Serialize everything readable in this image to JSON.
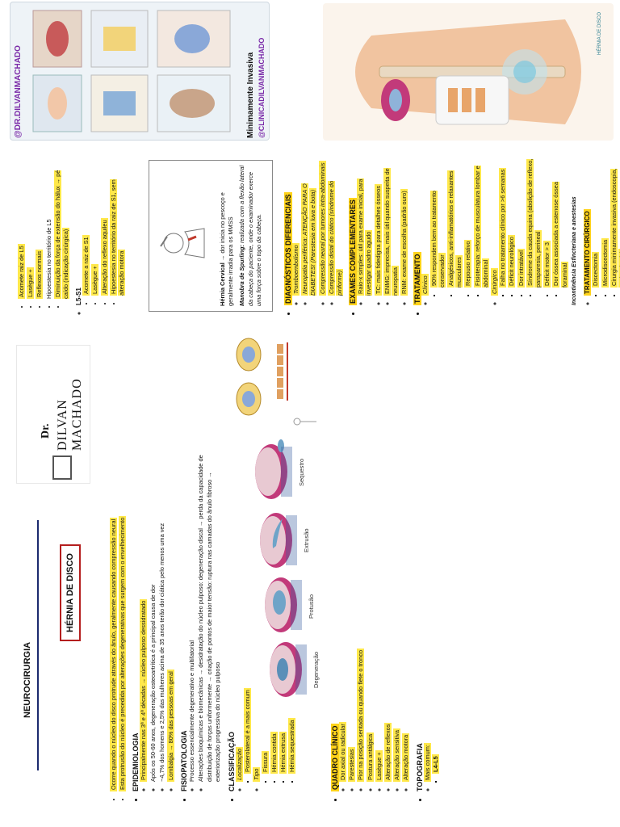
{
  "header": {
    "specialty": "NEUROCIRURGIA",
    "title": "HÉRNIA DE DISCO",
    "logo_prefix": "Dr.",
    "logo_name": "DILVAN MACHADO"
  },
  "intro": [
    "Ocorre quando o núcleo do disco protrude através do ânulo, geralmente causando compressão neural",
    "Esta protrusão do núcleo é precedida por alterações degenerativas que surgem com o envelhecimento"
  ],
  "epidemiologia": {
    "heading": "EPIDEMIOLOGIA",
    "items": [
      "Principalmente nas 3ª e 4ª décadas → núcleo pulposo dessidratado",
      "Após os 50-60 anos, degeneração osteoartrítica é a principal causa de dor",
      "~4,7% dos homens e 2,5% das mulheres acima de 35 anos terão dor ciática pelo menos uma vez",
      "Lombalgia → 80% das pessoas em geral"
    ]
  },
  "fisiopatologia": {
    "heading": "FISIOPATOLOGIA",
    "items": [
      "Processo essencialmente degenerativo e multifatorial",
      "Alterações bioquímicas e biomecânicas → desidratação do núcleo pulposo: degeneração discal → perda da capacidade de distribuição de forças uniformemente → criação de pontos de maior tensão: ruptura nas camadas do ânulo fibroso → exteriorização progressiva do núcleo pulposo"
    ]
  },
  "classificacao": {
    "heading": "CLASSIFICAÇÃO",
    "localizacao_label": "Localização",
    "localizacao_items": [
      "Posterolateral é a mais comum"
    ],
    "tipo_label": "Tipo",
    "tipo_items": [
      "Fissura",
      "Hérnia contida",
      "Hérnia extrusa",
      "Hérnia sequestrada"
    ]
  },
  "disc_figure": {
    "labels": [
      "Degeneração",
      "Protusão",
      "Extrusão",
      "Sequestro"
    ]
  },
  "quadro_clinico": {
    "heading": "QUADRO CLÍNICO",
    "items": [
      "Dor axial ou radicular",
      "Parestesias",
      "Pior na posição sentada ou quando flete o tronco",
      "Postura antálgica",
      "Lasègue +",
      "Alteração de reflexos",
      "Alteração sensitiva",
      "Alteração motora"
    ]
  },
  "topografia": {
    "heading": "TOPOGRAFIA",
    "items": [
      "Mais comum:",
      "L4-L5"
    ]
  },
  "col2": {
    "l5_items": [
      "Acomete raiz de L5",
      "Lasègue +",
      "Reflexos normais",
      "Hipoestesia no território de L5",
      "Diminuição da força de extensão do hálux → pé caído (indicação cirúrgica)"
    ],
    "s1_heading": "L5-S1",
    "s1_items": [
      "Acomete a raiz de S1",
      "Lasègue +",
      "Alteração do reflexo aquileu",
      "Hipoestesia no território da raiz de S1, sem alteração motora"
    ],
    "cervical_box": {
      "p1_lead": "Hérnia Cervical",
      "p1_rest": " → dor inicia no pescoço e geralmente irradia para os MMSS",
      "p2_lead": "Manobra de Spurling:",
      "p2_rest": " realizada com a flexão lateral da cabeça do paciente, onde o examinador exerce uma força sobre o topo da cabeça."
    },
    "diag": {
      "heading": "DIAGNÓSTICOS DIFERENCIAIS",
      "items": [
        "Tromboembolismo",
        "Neuropatia periférica: ATENÇÃO PARA O DIABETES! (Parestesia em luva e bota)",
        "Compressão neural por tumores intra-abdominais",
        "Compressão distal do ciático (síndrome do piriforme)"
      ]
    },
    "exames": {
      "heading": "EXAMES COMPLEMENTARES",
      "items": [
        "Raio-x simples: útil para exame inicial, para investigar quadro agudo",
        "TC: mais fidedigna para detalhes ósseos",
        "ENMG: imprecisa, mais útil quando suspeita de neuropatia",
        "RNM: exame de escolha (padrão ouro)"
      ]
    },
    "tratamento": {
      "heading": "TRATAMENTO",
      "clinico_label": "Clínico",
      "clinico_items": [
        "90% respondem bem ao tratamento conservador",
        "Analgésicos, anti-inflamatórios e relaxantes musculares",
        "Repouso relativo",
        "Fisioterapia: reforço de musculatura lombar e abdominal"
      ],
      "cirurgico_label": "Cirúrgico",
      "cirurgico_items": [
        "Falha no tratamento clínico por >6 semanas",
        "Déficit neurológico",
        "Dor intratável",
        "Síndrome da cauda equina (abolição de reflexo, paraparesia, perineal",
        "Déficit motor > 3",
        "Dor óssea associada a estenose óssea foraminal"
      ],
      "annotation": "Incontinência Esfincteriana e anestesias",
      "cir_heading": "TRATAMENTO CIRÚRGICO",
      "cir_items": [
        "Discectomia",
        "Microdiscectomia",
        "Cirurgia minimamente invasiva (endoscopia, nucleoplastia)"
      ]
    }
  },
  "col3": {
    "instagram_top": "@DR.DILVANMACHADO",
    "minim_title": "Minimamente Invasiva",
    "instagram_bottom": "@CLINICADILVANMACHADO",
    "back_label": "HÉRNIA DE DISCO"
  },
  "colors": {
    "highlight": "#ffe84a",
    "heading_red": "#d20000",
    "title_box": "#b41e1e",
    "insta_purple": "#7a2aa8"
  }
}
